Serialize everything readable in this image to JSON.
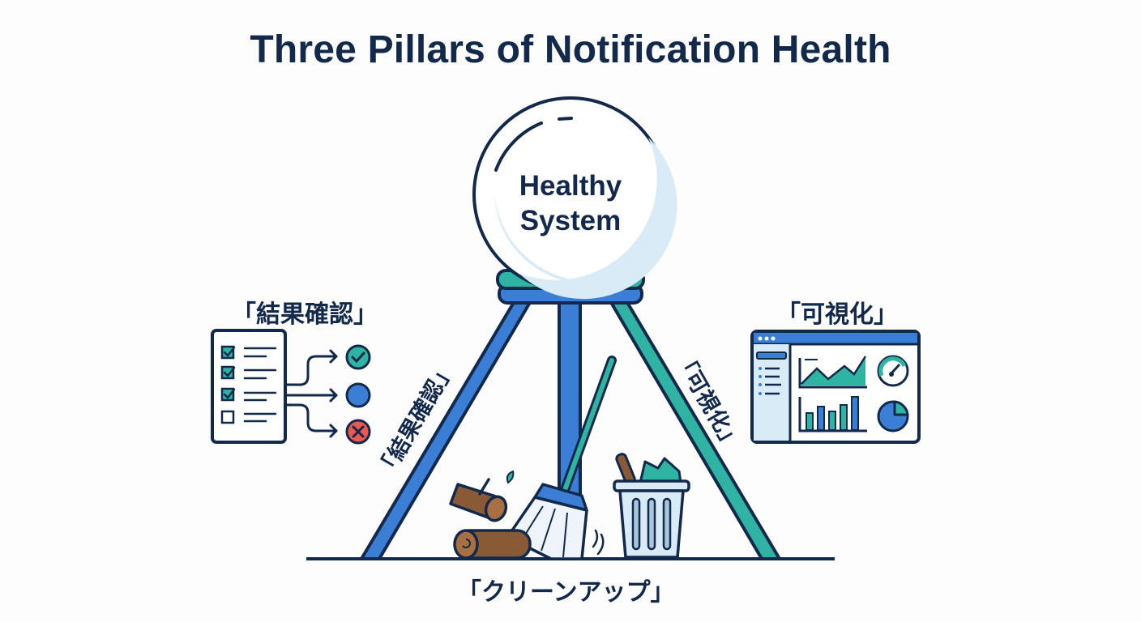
{
  "title": "Three Pillars of Notification Health",
  "center": {
    "label_line1": "Healthy",
    "label_line2": "System"
  },
  "pillars": [
    {
      "id": "result-check",
      "label": "「結果確認」",
      "leg_label": "「結果確認」",
      "position": "left",
      "icon": "checklist-icon",
      "outcomes": [
        "check-icon",
        "neutral-circle-icon",
        "cross-icon"
      ],
      "leg_color": "#3a7fd5"
    },
    {
      "id": "visualization",
      "label": "「可視化」",
      "leg_label": "「可視化」",
      "position": "right",
      "icon": "dashboard-icon",
      "leg_color": "#2fb3a3"
    },
    {
      "id": "cleanup",
      "label": "「クリーンアップ」",
      "position": "bottom",
      "icon": "broom-and-trash-icon",
      "leg_color": "#3a7fd5"
    }
  ],
  "colors": {
    "navy": "#13294b",
    "blue": "#3a7fd5",
    "teal": "#2fb3a3",
    "red": "#e8594f",
    "wood": "#8a5a36",
    "light_blue": "#d8ebf6"
  }
}
